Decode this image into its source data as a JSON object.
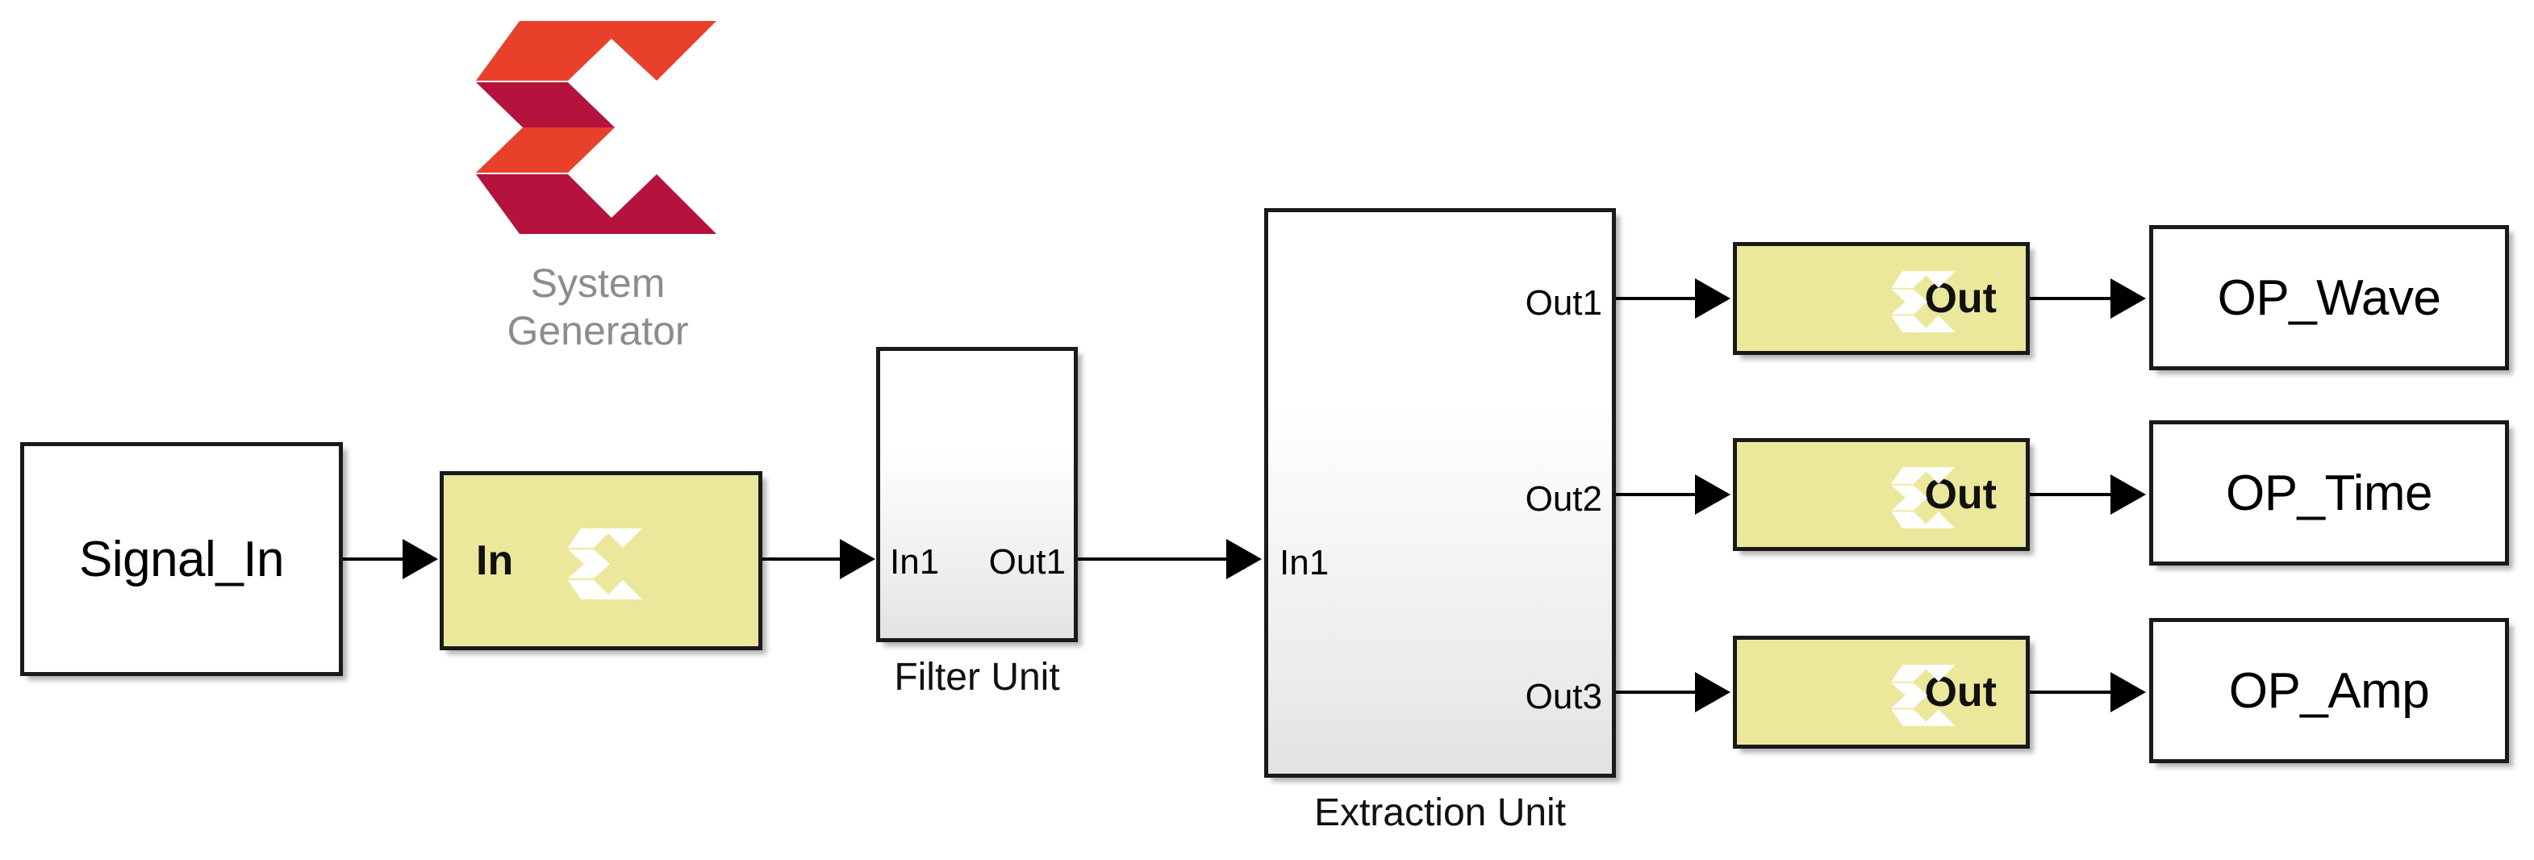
{
  "diagram": {
    "title": "System Generator signal processing model",
    "logo": {
      "name": "xilinx-logo",
      "caption": "System\nGenerator",
      "color_bright": "#E8402A",
      "color_dark": "#B5123E",
      "caption_color": "#8C8C8C"
    },
    "colors": {
      "gateway_fill": "#ECE89B",
      "block_fill": "#FFFFFF",
      "subsystem_fill_top": "#FFFFFF",
      "subsystem_fill_bottom": "#E2E2E2",
      "border": "#1A1A1A",
      "wire": "#000000"
    },
    "blocks": {
      "signal_in": {
        "label": "Signal_In",
        "type": "source"
      },
      "gateway_in": {
        "label": "In",
        "type": "gateway-in"
      },
      "filter_unit": {
        "caption": "Filter Unit",
        "type": "subsystem",
        "ports": {
          "in": "In1",
          "out": "Out1"
        }
      },
      "extraction_unit": {
        "caption": "Extraction Unit",
        "type": "subsystem",
        "ports": {
          "in": "In1",
          "out1": "Out1",
          "out2": "Out2",
          "out3": "Out3"
        }
      },
      "gateway_out_wave": {
        "label": "Out",
        "type": "gateway-out"
      },
      "gateway_out_time": {
        "label": "Out",
        "type": "gateway-out"
      },
      "gateway_out_amp": {
        "label": "Out",
        "type": "gateway-out"
      },
      "op_wave": {
        "label": "OP_Wave",
        "type": "sink"
      },
      "op_time": {
        "label": "OP_Time",
        "type": "sink"
      },
      "op_amp": {
        "label": "OP_Amp",
        "type": "sink"
      }
    }
  }
}
